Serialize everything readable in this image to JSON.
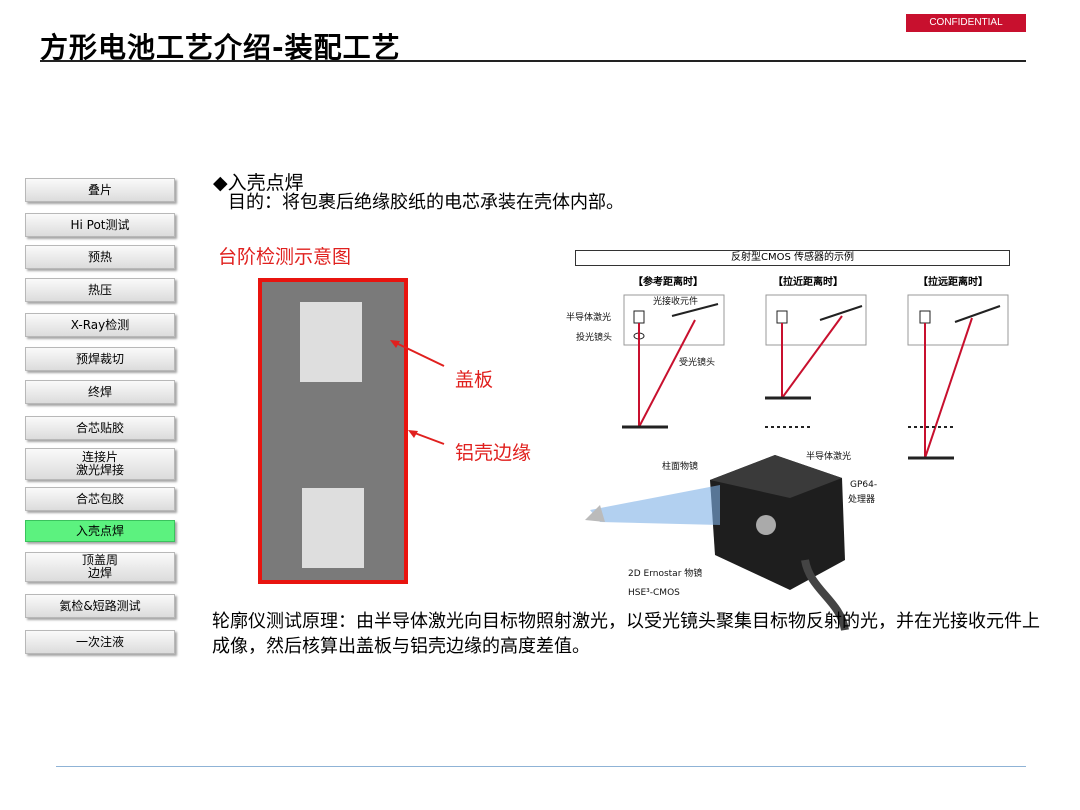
{
  "header": {
    "title": "方形电池工艺介绍-装配工艺",
    "confidential": "CONFIDENTIAL"
  },
  "sidebar": {
    "items": [
      {
        "label": "叠片"
      },
      {
        "label": "Hi Pot测试"
      },
      {
        "label": "预热"
      },
      {
        "label": "热压"
      },
      {
        "label": "X-Ray检测"
      },
      {
        "label": "预焊裁切"
      },
      {
        "label": "终焊"
      },
      {
        "label": "合芯贴胶"
      },
      {
        "label": "连接片\n激光焊接"
      },
      {
        "label": "合芯包胶"
      },
      {
        "label": "入壳点焊",
        "active": true
      },
      {
        "label": "顶盖周\n边焊"
      },
      {
        "label": "氦检&短路测试"
      },
      {
        "label": "一次注液"
      }
    ]
  },
  "content": {
    "heading": "◆入壳点焊",
    "purpose": "目的：将包裹后绝缘胶纸的电芯承装在壳体内部。",
    "diagram_title": "台阶检测示意图",
    "callout_cover": "盖板",
    "callout_edge": "铝壳边缘",
    "principle": "轮廓仪测试原理：由半导体激光向目标物照射激光，以受光镜头聚集目标物反射的光，并在光接收元件上成像，然后核算出盖板与铝壳边缘的高度差值。"
  },
  "cmos": {
    "title": "反射型CMOS 传感器的示例",
    "cases": [
      "【参考距离时】",
      "【拉近距离时】",
      "【拉远距离时】"
    ],
    "labels": {
      "laser": "半导体激光",
      "receiver": "光接收元件",
      "proj_lens": "投光镜头",
      "recv_lens": "受光镜头",
      "cyl_lens": "柱面物镜",
      "laser2": "半导体激光",
      "gp64": "GP64-",
      "processor": "处理器",
      "ernostar": "2D Ernostar 物镜",
      "hse": "HSE³-CMOS"
    }
  },
  "colors": {
    "accent_red": "#e0201e",
    "active_green": "#5cf27f",
    "conf_red": "#c8102e"
  }
}
